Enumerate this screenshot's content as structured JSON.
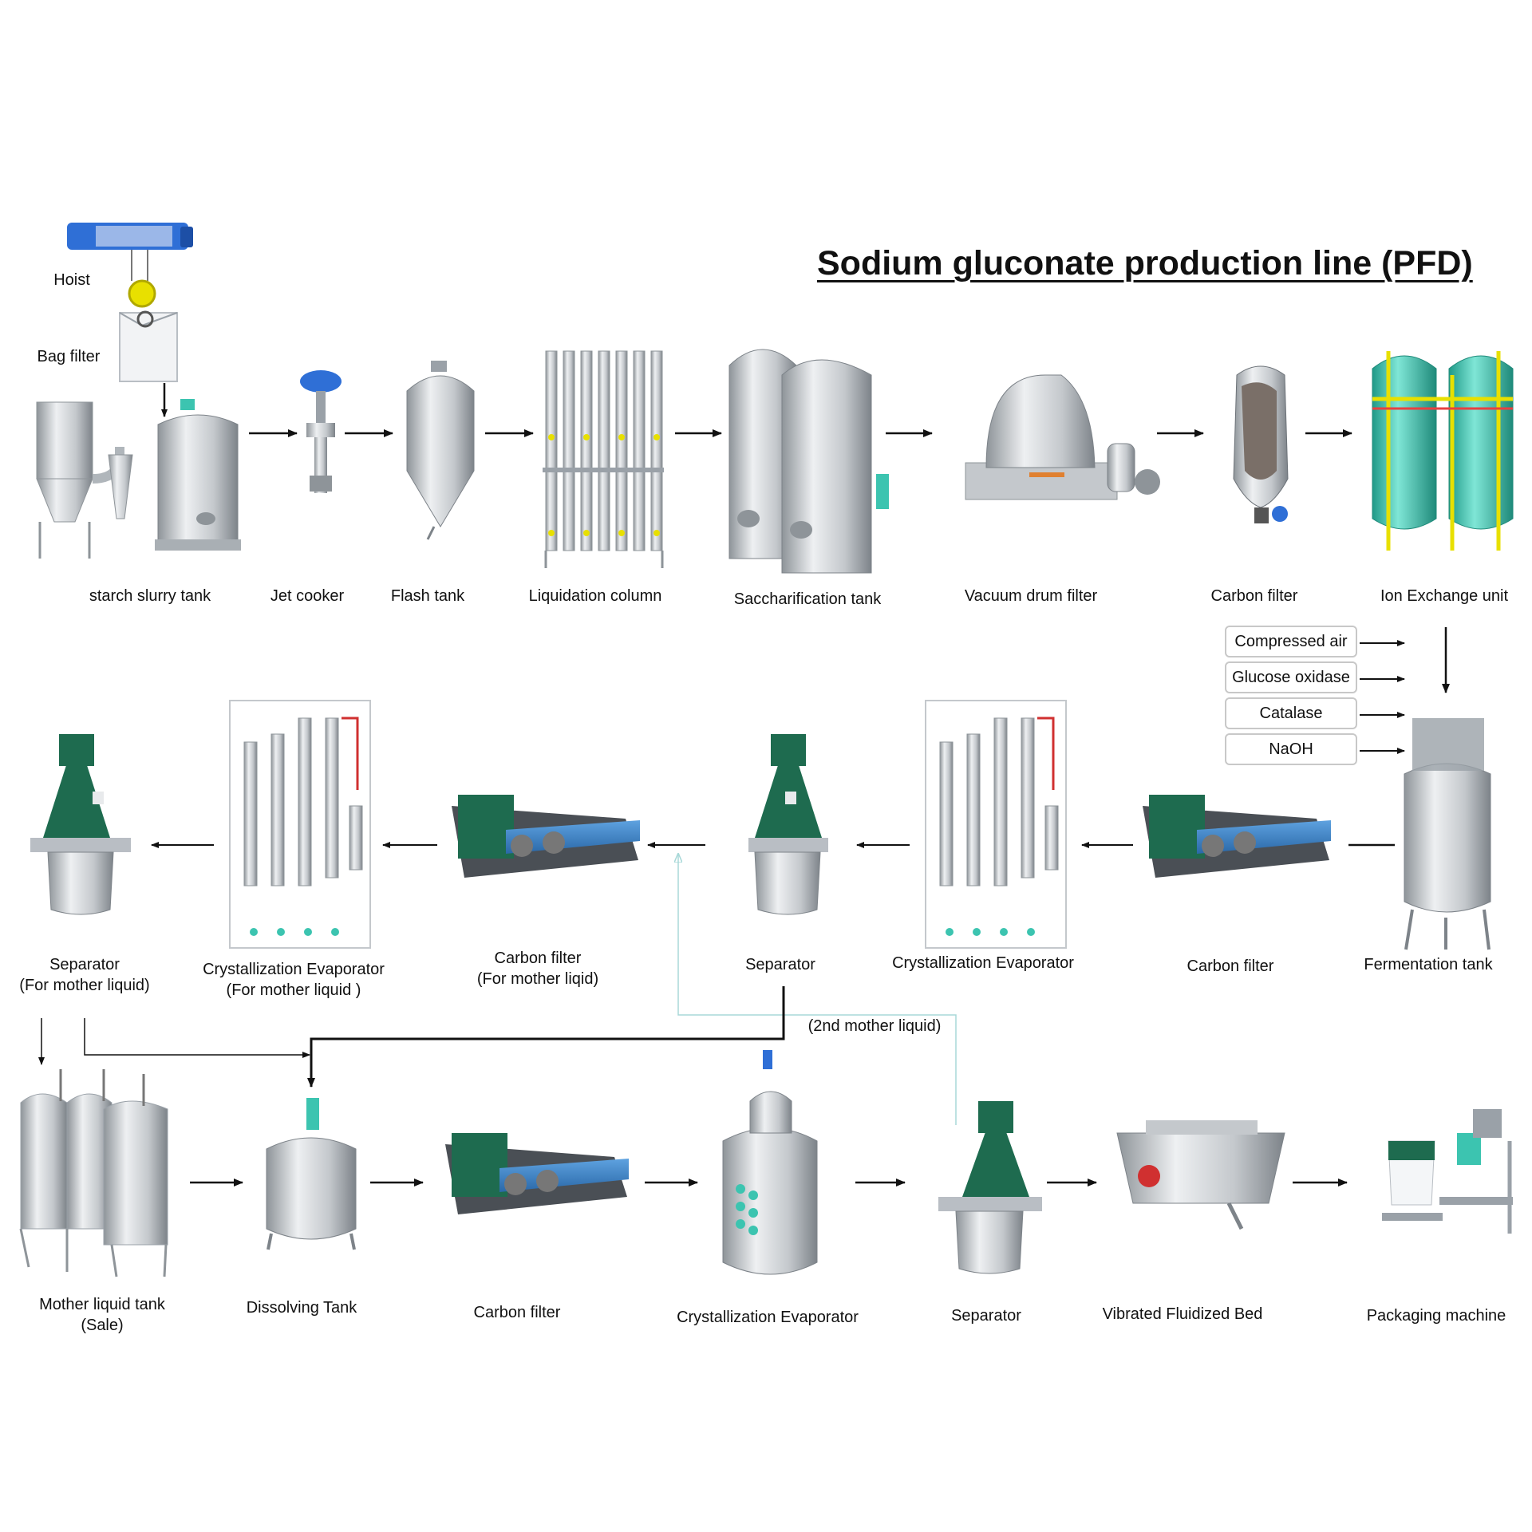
{
  "title": "Sodium gluconate production line (PFD)",
  "colors": {
    "steel": "#c4c8cc",
    "steel_dark": "#8e9499",
    "machine_green": "#1e6b4f",
    "filter_blue": "#3a7fc4",
    "ion_exchange_teal": "#3cc4b0",
    "hoist_blue": "#2f6fd6",
    "pipe_yellow": "#e8e000",
    "recycle_line": "#a8d8d8"
  },
  "feed_labels": {
    "hoist": "Hoist",
    "bag_filter": "Bag filter"
  },
  "row1": [
    {
      "label": "starch slurry tank",
      "icon": "starch-slurry-tank-icon"
    },
    {
      "label": "Jet cooker",
      "icon": "jet-cooker-icon"
    },
    {
      "label": "Flash tank",
      "icon": "flash-tank-icon"
    },
    {
      "label": "Liquidation column",
      "icon": "liquidation-column-icon"
    },
    {
      "label": "Saccharification tank",
      "icon": "saccharification-tank-icon"
    },
    {
      "label": "Vacuum drum filter",
      "icon": "vacuum-drum-filter-icon"
    },
    {
      "label": "Carbon filter",
      "icon": "carbon-filter-icon"
    },
    {
      "label": "Ion Exchange unit",
      "icon": "ion-exchange-unit-icon"
    }
  ],
  "fermentation_inputs": [
    "Compressed air",
    "Glucose oxidase",
    "Catalase",
    "NaOH"
  ],
  "row2": [
    {
      "label": "Fermentation tank",
      "icon": "fermentation-tank-icon"
    },
    {
      "label": "Carbon filter",
      "icon": "belt-filter-icon"
    },
    {
      "label": "Crystallization Evaporator",
      "icon": "crystallization-evaporator-icon"
    },
    {
      "label": "Separator",
      "icon": "separator-icon"
    },
    {
      "label": "Carbon filter",
      "sub": "(For mother liqid)",
      "icon": "belt-filter-icon"
    },
    {
      "label": "Crystallization Evaporator",
      "sub": "(For mother liquid )",
      "icon": "crystallization-evaporator-icon"
    },
    {
      "label": "Separator",
      "sub": "(For mother liquid)",
      "icon": "separator-icon"
    }
  ],
  "second_mother_liquid": "(2nd mother liquid)",
  "row3": [
    {
      "label": "Mother liquid tank",
      "sub": "(Sale)",
      "icon": "mother-liquid-tank-icon"
    },
    {
      "label": "Dissolving Tank",
      "icon": "dissolving-tank-icon"
    },
    {
      "label": "Carbon filter",
      "icon": "belt-filter-icon"
    },
    {
      "label": "Crystallization Evaporator",
      "icon": "crystallizer-icon"
    },
    {
      "label": "Separator",
      "icon": "separator-icon"
    },
    {
      "label": "Vibrated Fluidized Bed",
      "icon": "vibrated-fluidized-bed-icon"
    },
    {
      "label": "Packaging machine",
      "icon": "packaging-machine-icon"
    }
  ]
}
